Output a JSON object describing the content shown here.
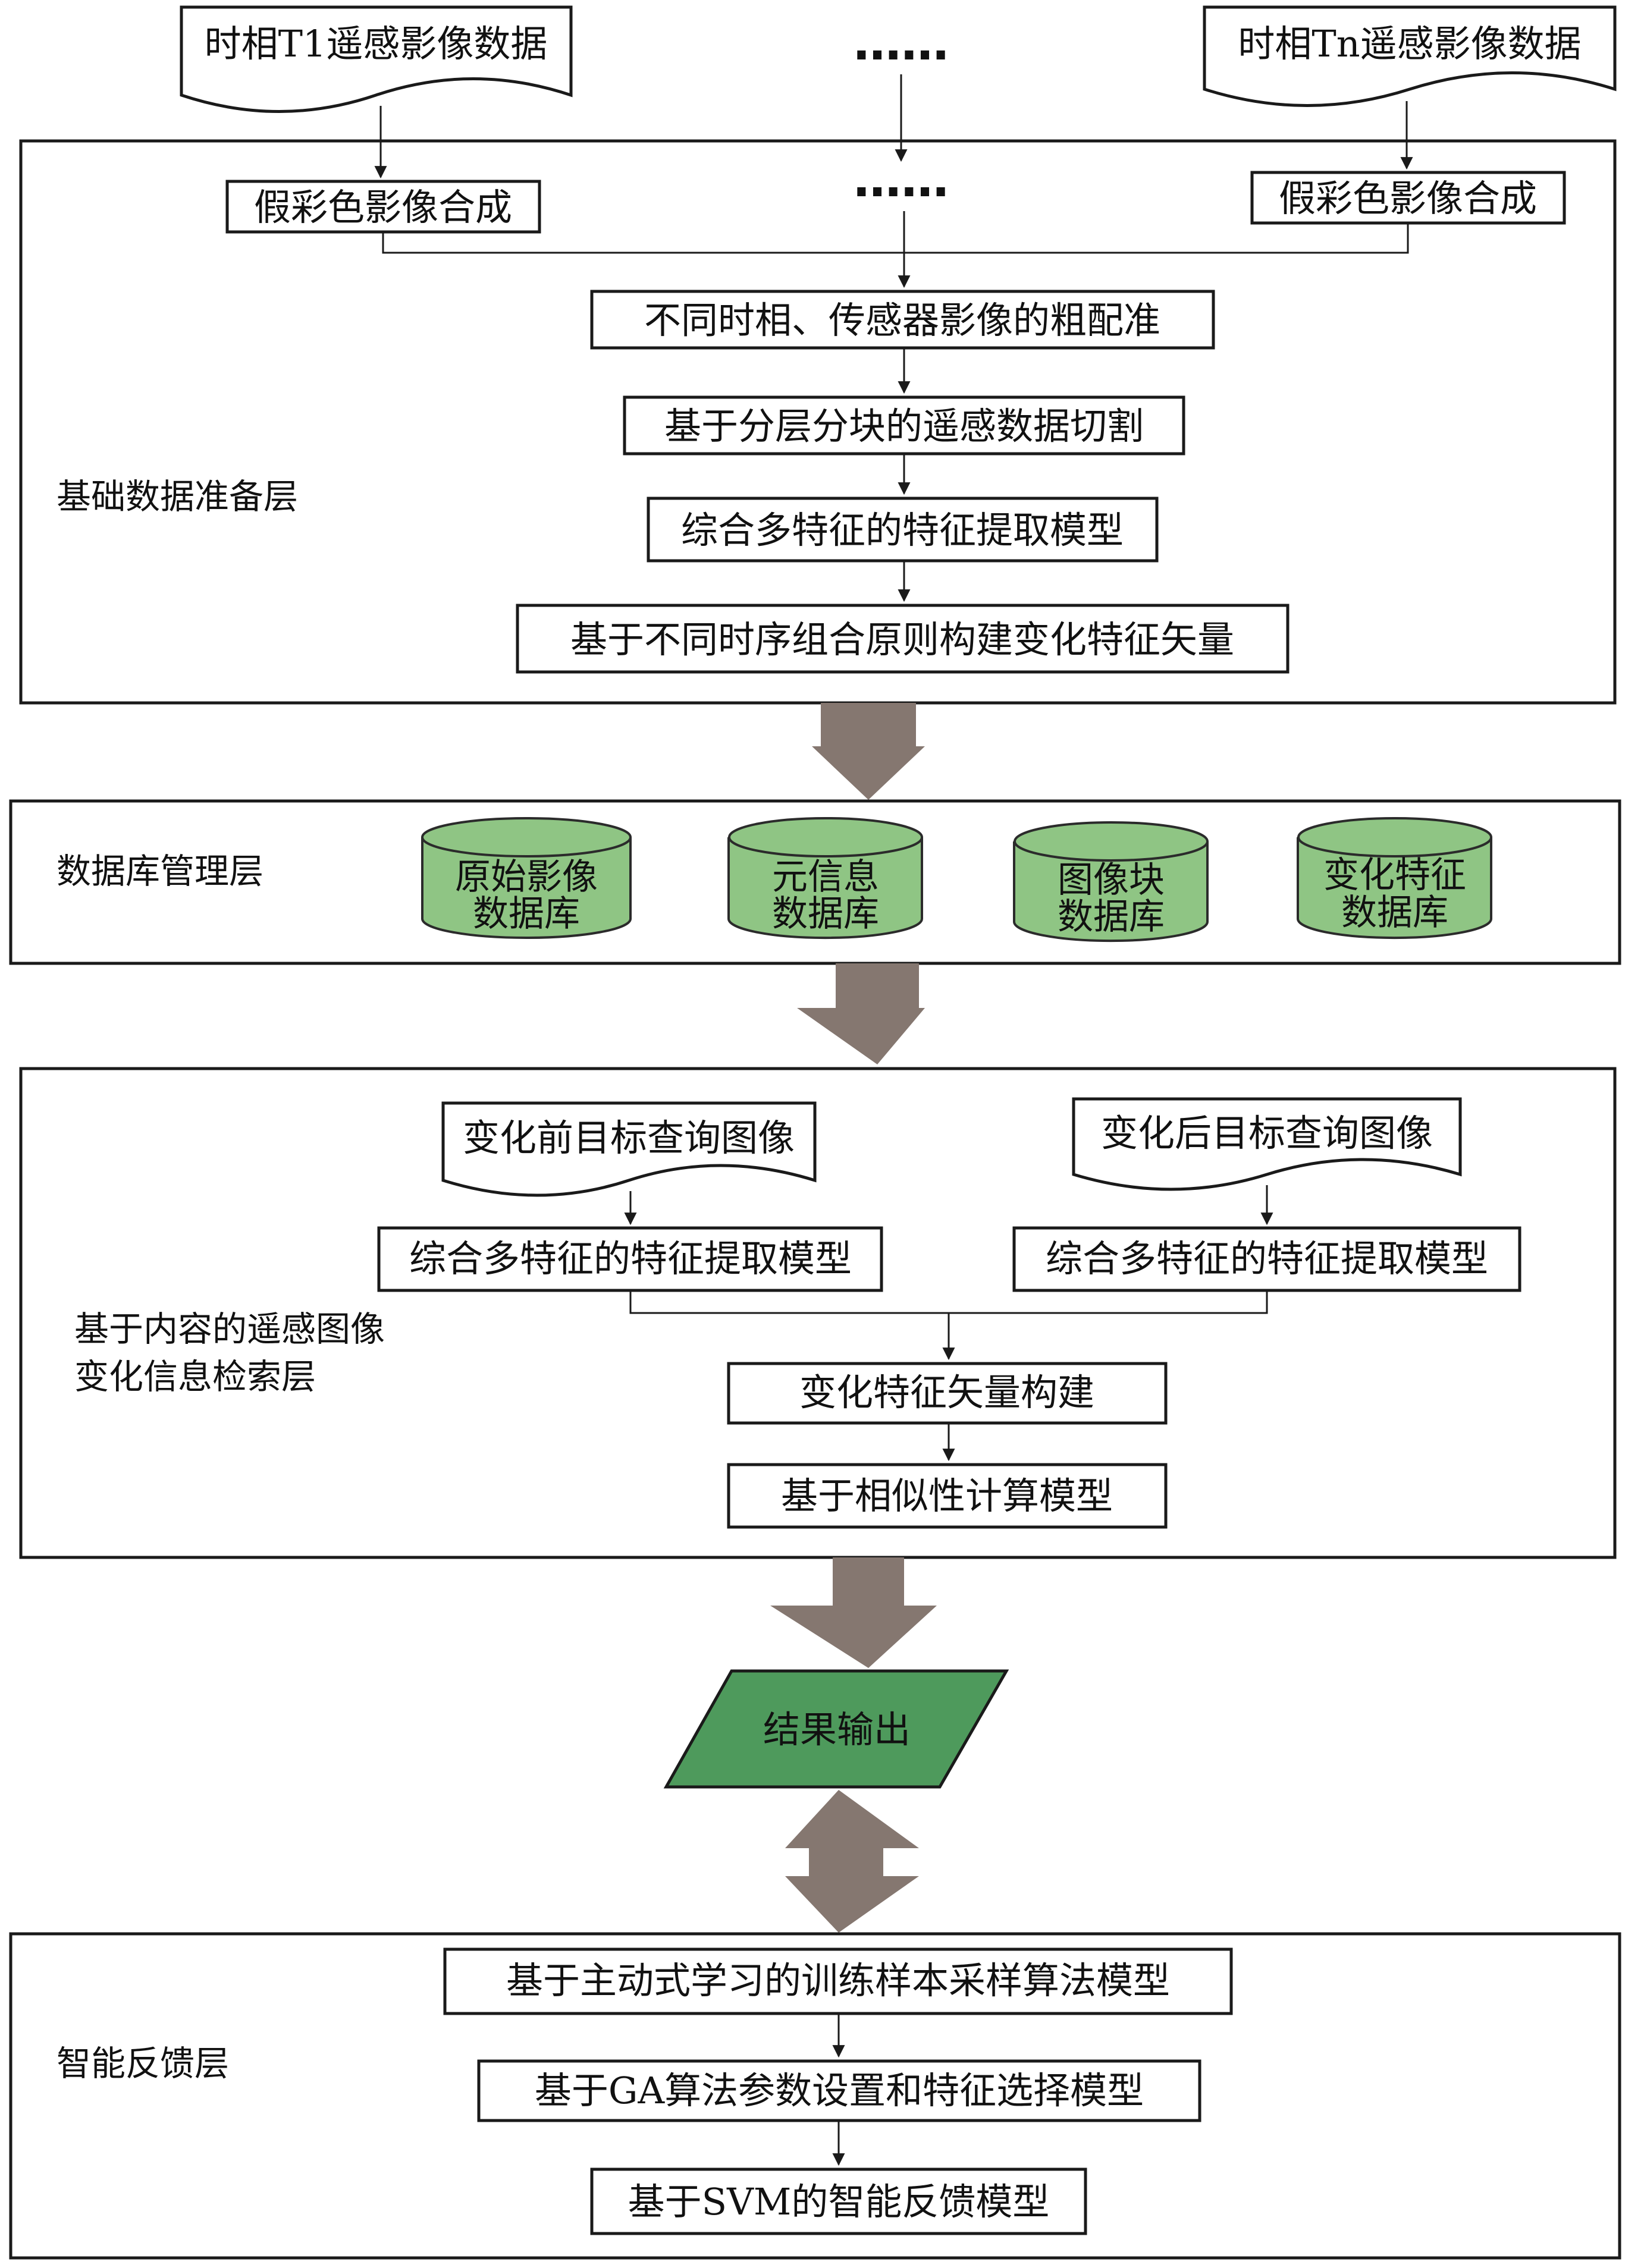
{
  "colors": {
    "db_fill": "#8fc584",
    "db_stroke": "#2b2b2b",
    "result_fill": "#4e9a5c",
    "big_arrow_fill": "#857770",
    "line": "#1a1a1a"
  },
  "top_docs": {
    "left": "时相T1遥感影像数据",
    "right": "时相Tn遥感影像数据",
    "ellipsis": "……"
  },
  "layer1": {
    "label": "基础数据准备层",
    "fc_left": "假彩色影像合成",
    "fc_right": "假彩色影像合成",
    "ellipsis": "……",
    "steps": [
      "不同时相、传感器影像的粗配准",
      "基于分层分块的遥感数据切割",
      "综合多特征的特征提取模型",
      "基于不同时序组合原则构建变化特征矢量"
    ]
  },
  "layer2": {
    "label": "数据库管理层",
    "databases": [
      [
        "原始影像",
        "数据库"
      ],
      [
        "元信息",
        "数据库"
      ],
      [
        "图像块",
        "数据库"
      ],
      [
        "变化特征",
        "数据库"
      ]
    ]
  },
  "layer3": {
    "label_line1": "基于内容的遥感图像",
    "label_line2": "变化信息检索层",
    "query_left": "变化前目标查询图像",
    "query_right": "变化后目标查询图像",
    "extract_left": "综合多特征的特征提取模型",
    "extract_right": "综合多特征的特征提取模型",
    "vector": "变化特征矢量构建",
    "similarity": "基于相似性计算模型"
  },
  "result": {
    "label": "结果输出"
  },
  "layer4": {
    "label": "智能反馈层",
    "steps": [
      "基于主动式学习的训练样本采样算法模型",
      "基于GA算法参数设置和特征选择模型",
      "基于SVM的智能反馈模型"
    ]
  }
}
